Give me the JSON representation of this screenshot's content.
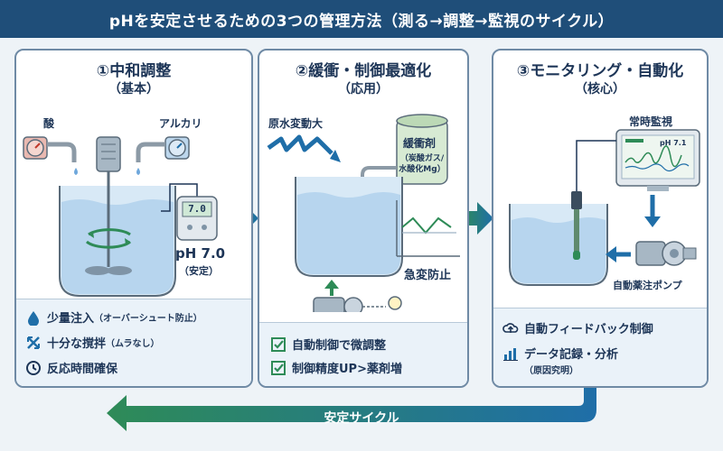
{
  "title": "pHを安定させるための3つの管理方法（測る→調整→監視のサイクル）",
  "panels": [
    {
      "title": "①中和調整",
      "subtitle": "（基本）",
      "labels": {
        "acid": "酸",
        "alkali": "アルカリ",
        "meter_display": "7.0",
        "ph_value": "pH 7.0",
        "ph_state": "（安定）"
      },
      "items": [
        {
          "text": "少量注入",
          "note": "（オーバーシュート防止）",
          "icon": "droplet-icon"
        },
        {
          "text": "十分な撹拌",
          "note": "（ムラなし）",
          "icon": "mix-icon"
        },
        {
          "text": "反応時間確保",
          "note": "",
          "icon": "clock-icon"
        }
      ]
    },
    {
      "title": "②緩衝・制御最適化",
      "subtitle": "（応用）",
      "labels": {
        "fluctuation": "原水変動大",
        "buffer": "緩衝剤",
        "buffer_detail1": "（炭酸ガス/",
        "buffer_detail2": "水酸化Mg）",
        "prevent": "急変防止"
      },
      "items": [
        {
          "text": "自動制御で微調整",
          "icon": "check-icon"
        },
        {
          "text": "制御精度UP>薬剤増",
          "icon": "check-icon"
        }
      ]
    },
    {
      "title": "③モニタリング・自動化",
      "subtitle": "（核心）",
      "labels": {
        "monitoring": "常時監視",
        "monitor_value": "pH 7.1",
        "pump": "自動薬注ポンプ"
      },
      "items": [
        {
          "text": "自動フィードバック制御",
          "note": "",
          "icon": "cloud-upload-icon"
        },
        {
          "text": "データ記録・分析",
          "note": "（原因究明）",
          "icon": "bar-chart-icon"
        }
      ]
    }
  ],
  "cycle_label": "安定サイクル",
  "colors": {
    "navy": "#1f4e79",
    "green": "#2e8b57",
    "water": "#cfe3f3"
  }
}
